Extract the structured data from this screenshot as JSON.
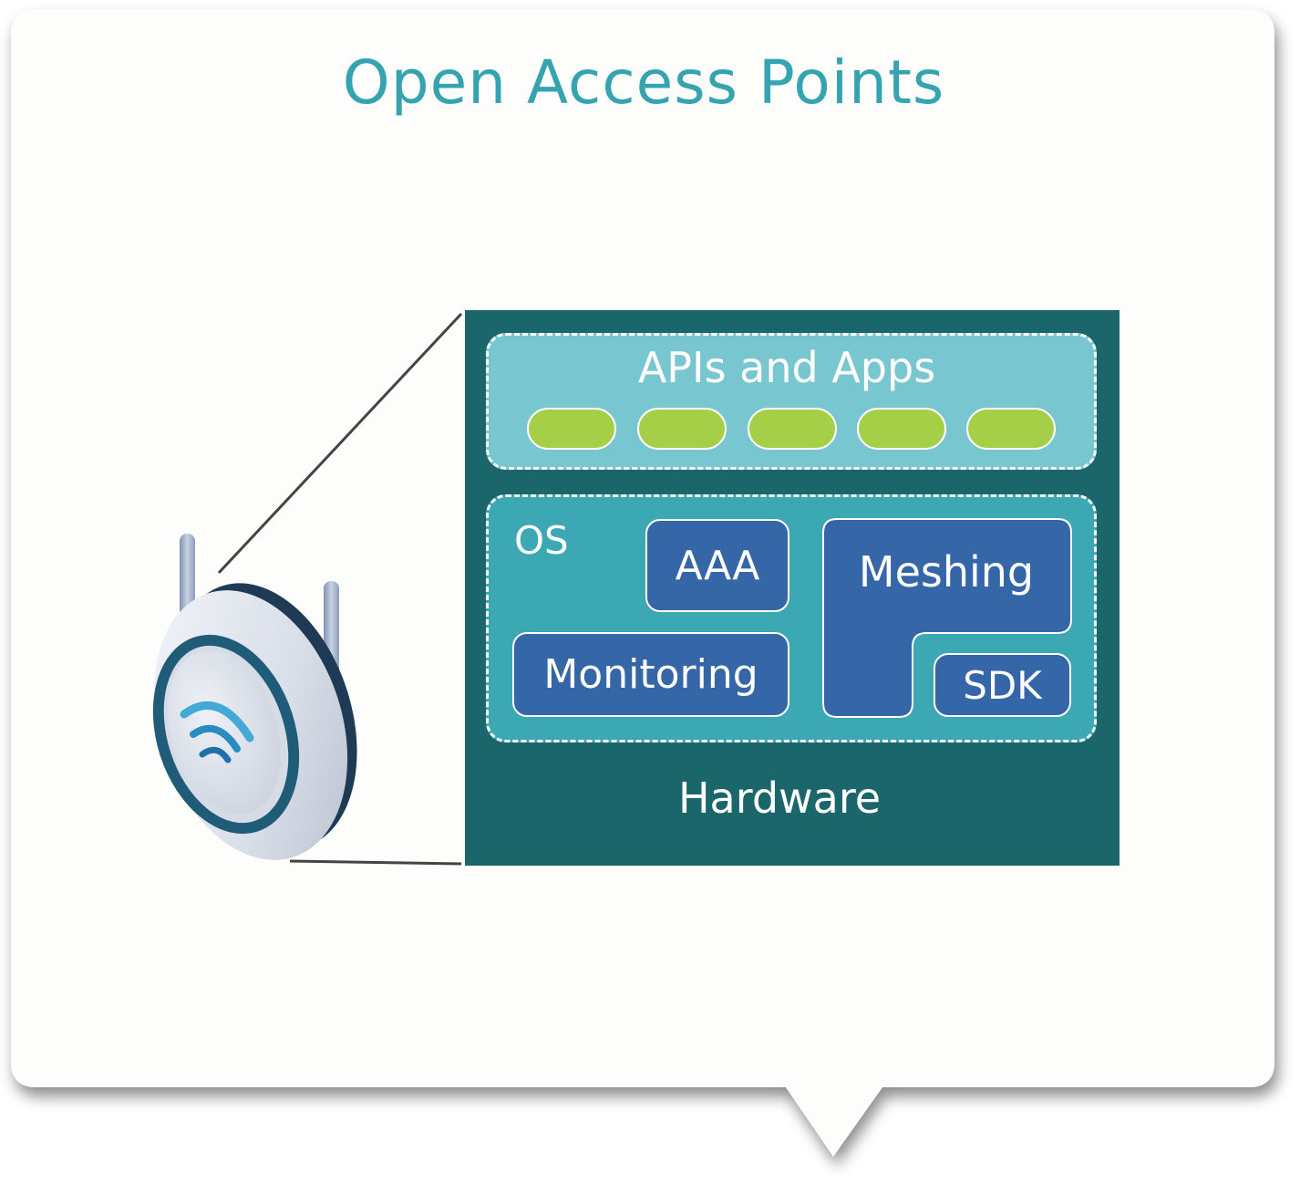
{
  "title": "Open Access Points",
  "layers": {
    "apps": {
      "label": "APIs and Apps",
      "app_count": 5
    },
    "os": {
      "label": "OS",
      "modules": {
        "aaa": "AAA",
        "monitoring": "Monitoring",
        "meshing": "Meshing",
        "sdk": "SDK"
      }
    },
    "hardware": {
      "label": "Hardware"
    }
  },
  "colors": {
    "title": "#36a3b0",
    "hardware": "#1b666b",
    "apps_layer": "#78c6cf",
    "os_layer": "#3ba8b4",
    "module": "#3566a8",
    "app_pill": "#a4cf47"
  },
  "icons": {
    "device": "wifi-access-point-icon",
    "signal": "wifi-signal-icon"
  }
}
